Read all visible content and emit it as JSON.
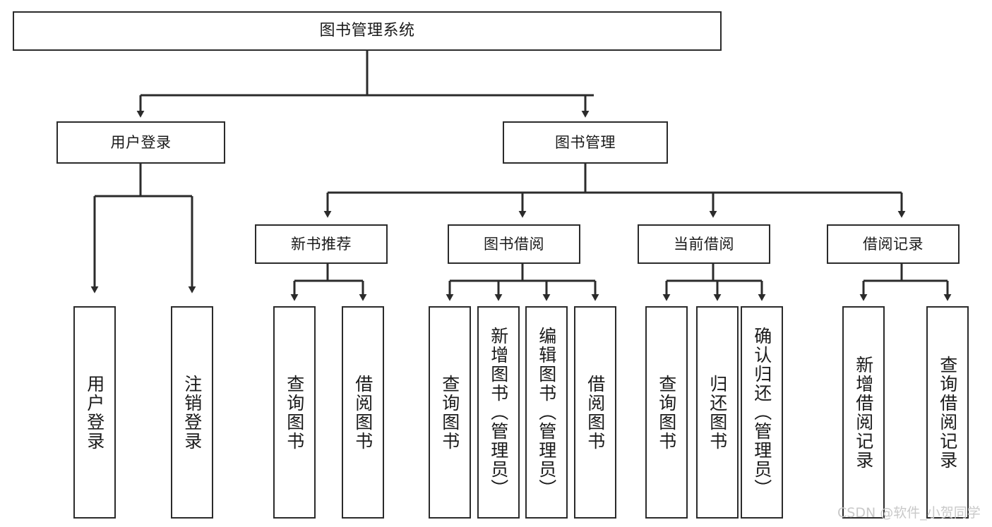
{
  "diagram": {
    "type": "tree",
    "title": "图书管理系统",
    "background_color": "#ffffff",
    "line_color": "#2b2b2b",
    "text_color": "#1a1a1a",
    "root": {
      "id": "root",
      "label": "图书管理系统"
    },
    "level1": [
      {
        "id": "user-login",
        "label": "用户登录"
      },
      {
        "id": "book-manage",
        "label": "图书管理"
      }
    ],
    "level2": [
      {
        "id": "new-book-rec",
        "label": "新书推荐"
      },
      {
        "id": "book-borrow",
        "label": "图书借阅"
      },
      {
        "id": "current-borrow",
        "label": "当前借阅"
      },
      {
        "id": "borrow-record",
        "label": "借阅记录"
      }
    ],
    "leaves": {
      "user_login": [
        {
          "id": "leaf-user-login",
          "label": "用户登录"
        },
        {
          "id": "leaf-logout-login",
          "label": "注销登录"
        }
      ],
      "new_book_rec": [
        {
          "id": "leaf-query-book-1",
          "label": "查询图书"
        },
        {
          "id": "leaf-borrow-book-1",
          "label": "借阅图书"
        }
      ],
      "book_borrow": [
        {
          "id": "leaf-query-book-2",
          "label": "查询图书"
        },
        {
          "id": "leaf-add-book",
          "label": "新增图书（管理员）"
        },
        {
          "id": "leaf-edit-book",
          "label": "编辑图书（管理员）"
        },
        {
          "id": "leaf-borrow-book-2",
          "label": "借阅图书"
        }
      ],
      "current_borrow": [
        {
          "id": "leaf-query-book-3",
          "label": "查询图书"
        },
        {
          "id": "leaf-return-book",
          "label": "归还图书"
        },
        {
          "id": "leaf-confirm-return",
          "label": "确认归还（管理员）"
        }
      ],
      "borrow_record": [
        {
          "id": "leaf-add-record",
          "label": "新增借阅记录"
        },
        {
          "id": "leaf-query-record",
          "label": "查询借阅记录"
        }
      ]
    }
  },
  "watermark": {
    "text": "CSDN @软件_小贺同学"
  }
}
